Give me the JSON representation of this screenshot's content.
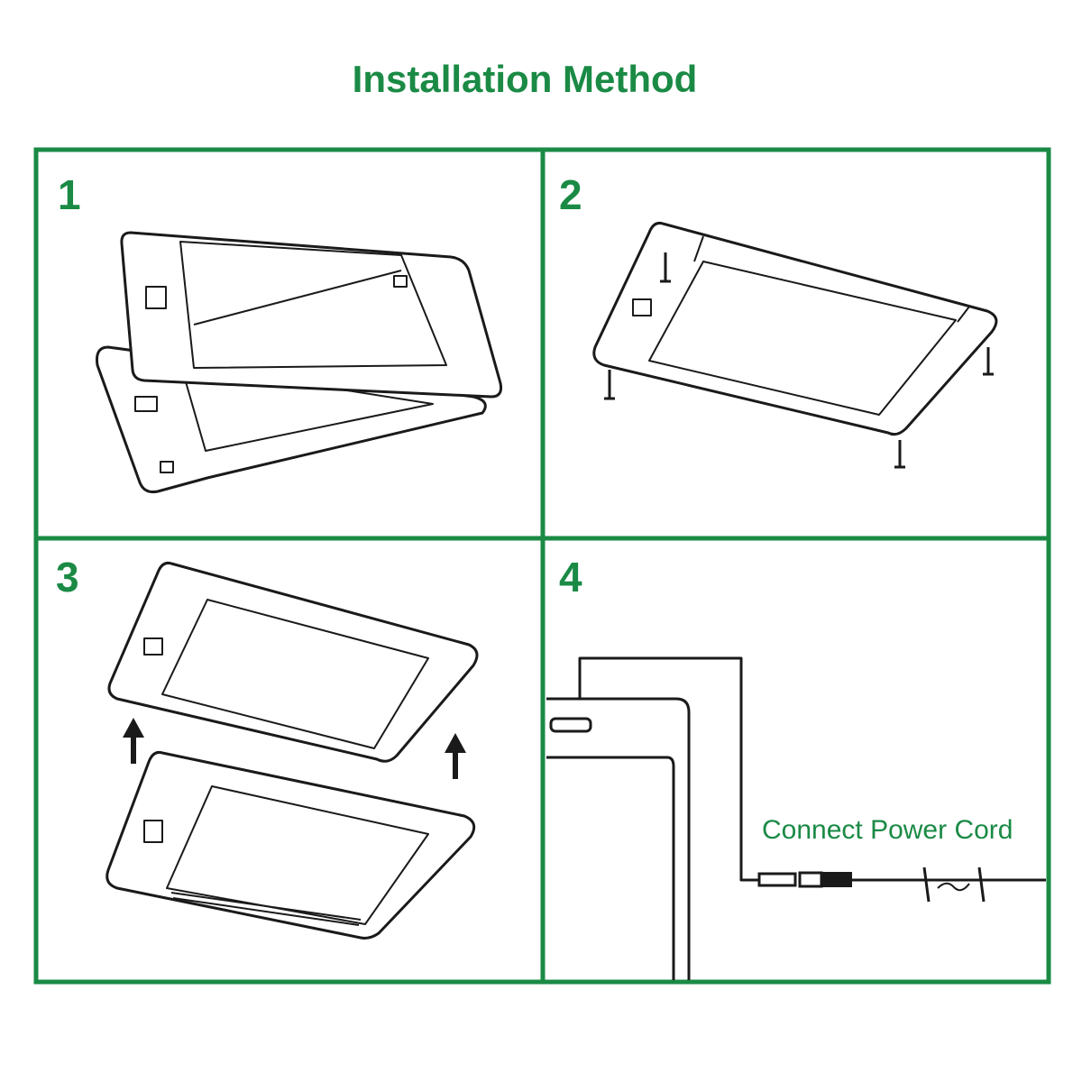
{
  "title": "Installation Method",
  "steps": [
    {
      "number": "1"
    },
    {
      "number": "2"
    },
    {
      "number": "3"
    },
    {
      "number": "4",
      "label": "Connect Power Cord"
    }
  ],
  "colors": {
    "accent": "#1a8a45",
    "line": "#1a1a1a"
  }
}
